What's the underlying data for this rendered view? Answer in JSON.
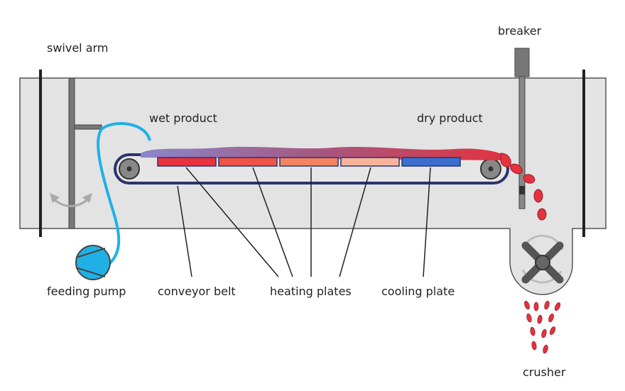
{
  "labels": {
    "swivel_arm": "swivel arm",
    "wet_product": "wet product",
    "dry_product": "dry product",
    "breaker": "breaker",
    "feeding_pump": "feeding pump",
    "conveyor_belt": "conveyor belt",
    "heating_plates": "heating plates",
    "cooling_plate": "cooling plate",
    "crusher": "crusher"
  },
  "colors": {
    "chamber_fill": "#e3e3e3",
    "outline": "#555555",
    "belt": "#2a3470",
    "pump": "#1fb1e6",
    "product_wet": "#8a86c9",
    "product_dry": "#e2333f",
    "heating_plates": [
      "#e8323e",
      "#ee5346",
      "#f4835f",
      "#f8b49a"
    ],
    "cooling_plate": "#3a6fcf",
    "arrow_gray": "#a9a9a9"
  },
  "heating_plate_count": 4,
  "cooling_plate_count": 1
}
